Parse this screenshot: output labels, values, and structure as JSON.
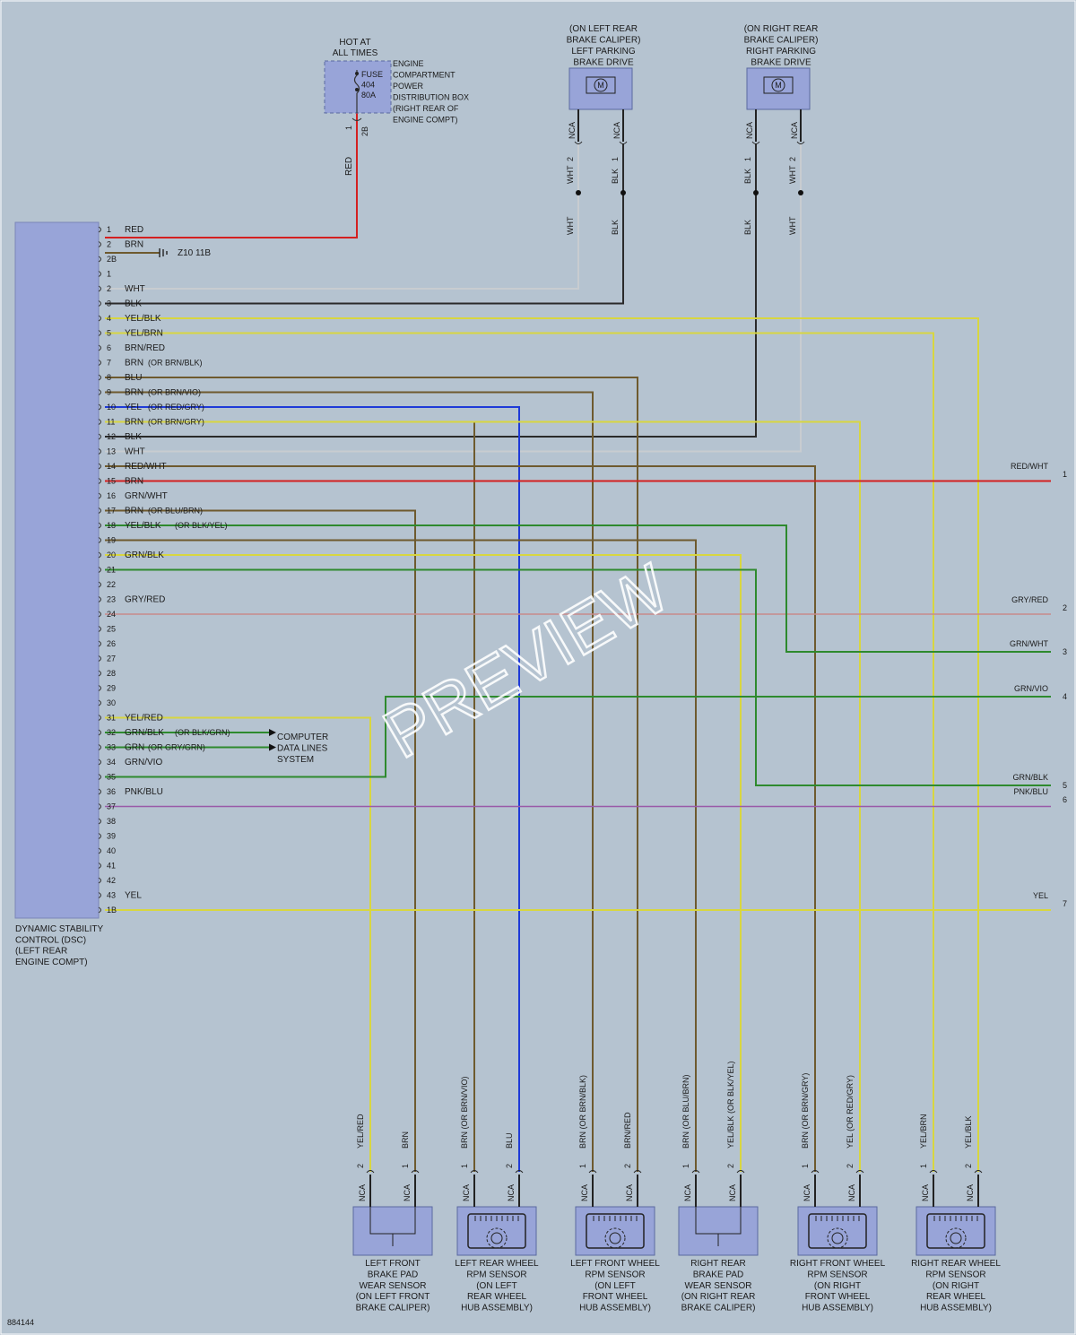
{
  "dsc_label": [
    "DYNAMIC STABILITY",
    "CONTROL (DSC)",
    "(LEFT REAR",
    "ENGINE COMPT)"
  ],
  "fuse": {
    "hot_label": [
      "HOT AT",
      "ALL TIMES"
    ],
    "fuse_text": [
      "FUSE",
      "404",
      "80A"
    ],
    "box_label": [
      "ENGINE",
      "COMPARTMENT",
      "POWER",
      "DISTRIBUTION BOX",
      "(RIGHT REAR OF",
      "ENGINE COMPT)"
    ],
    "pin_left": "1",
    "pin_right": "2B",
    "wire_color": "RED"
  },
  "ground_label": "Z10 11B",
  "computer_label": [
    "COMPUTER",
    "DATA LINES",
    "SYSTEM"
  ],
  "watermark": "PREVIEW",
  "doc_id": "884144",
  "pins": [
    {
      "p": "1",
      "c": "RED",
      "a": ""
    },
    {
      "p": "2",
      "c": "BRN",
      "a": ""
    },
    {
      "p": "2B",
      "c": "",
      "a": ""
    },
    {
      "p": "1",
      "c": "",
      "a": ""
    },
    {
      "p": "2",
      "c": "WHT",
      "a": ""
    },
    {
      "p": "3",
      "c": "BLK",
      "a": ""
    },
    {
      "p": "4",
      "c": "YEL/BLK",
      "a": ""
    },
    {
      "p": "5",
      "c": "YEL/BRN",
      "a": ""
    },
    {
      "p": "6",
      "c": "BRN/RED",
      "a": ""
    },
    {
      "p": "7",
      "c": "BRN",
      "a": "(OR BRN/BLK)"
    },
    {
      "p": "8",
      "c": "BLU",
      "a": ""
    },
    {
      "p": "9",
      "c": "BRN",
      "a": "(OR BRN/VIO)"
    },
    {
      "p": "10",
      "c": "YEL",
      "a": "(OR RED/GRY)"
    },
    {
      "p": "11",
      "c": "BRN",
      "a": "(OR BRN/GRY)"
    },
    {
      "p": "12",
      "c": "BLK",
      "a": ""
    },
    {
      "p": "13",
      "c": "WHT",
      "a": ""
    },
    {
      "p": "14",
      "c": "RED/WHT",
      "a": ""
    },
    {
      "p": "15",
      "c": "BRN",
      "a": ""
    },
    {
      "p": "16",
      "c": "GRN/WHT",
      "a": ""
    },
    {
      "p": "17",
      "c": "BRN",
      "a": "(OR BLU/BRN)"
    },
    {
      "p": "18",
      "c": "YEL/BLK",
      "a": "(OR BLK/YEL)"
    },
    {
      "p": "19",
      "c": "",
      "a": ""
    },
    {
      "p": "20",
      "c": "GRN/BLK",
      "a": ""
    },
    {
      "p": "21",
      "c": "",
      "a": ""
    },
    {
      "p": "22",
      "c": "",
      "a": ""
    },
    {
      "p": "23",
      "c": "GRY/RED",
      "a": ""
    },
    {
      "p": "24",
      "c": "",
      "a": ""
    },
    {
      "p": "25",
      "c": "",
      "a": ""
    },
    {
      "p": "26",
      "c": "",
      "a": ""
    },
    {
      "p": "27",
      "c": "",
      "a": ""
    },
    {
      "p": "28",
      "c": "",
      "a": ""
    },
    {
      "p": "29",
      "c": "",
      "a": ""
    },
    {
      "p": "30",
      "c": "",
      "a": ""
    },
    {
      "p": "31",
      "c": "YEL/RED",
      "a": ""
    },
    {
      "p": "32",
      "c": "GRN/BLK",
      "a": "(OR BLK/GRN)"
    },
    {
      "p": "33",
      "c": "GRN",
      "a": "(OR GRY/GRN)"
    },
    {
      "p": "34",
      "c": "GRN/VIO",
      "a": ""
    },
    {
      "p": "35",
      "c": "",
      "a": ""
    },
    {
      "p": "36",
      "c": "PNK/BLU",
      "a": ""
    },
    {
      "p": "37",
      "c": "",
      "a": ""
    },
    {
      "p": "38",
      "c": "",
      "a": ""
    },
    {
      "p": "39",
      "c": "",
      "a": ""
    },
    {
      "p": "40",
      "c": "",
      "a": ""
    },
    {
      "p": "41",
      "c": "",
      "a": ""
    },
    {
      "p": "42",
      "c": "",
      "a": ""
    },
    {
      "p": "43",
      "c": "YEL",
      "a": ""
    },
    {
      "p": "1B",
      "c": "",
      "a": ""
    }
  ],
  "right_outputs": [
    {
      "label": "RED/WHT",
      "num": "1"
    },
    {
      "label": "GRY/RED",
      "num": "2"
    },
    {
      "label": "GRN/WHT",
      "num": "3"
    },
    {
      "label": "GRN/VIO",
      "num": "4"
    },
    {
      "label": "GRN/BLK",
      "num": "5"
    },
    {
      "label": "PNK/BLU",
      "num": "6"
    },
    {
      "label": "YEL",
      "num": "7"
    }
  ],
  "top_drives": [
    {
      "label": [
        "(ON LEFT REAR",
        "BRAKE CALIPER)",
        "LEFT PARKING",
        "BRAKE DRIVE"
      ],
      "pinA": {
        "nca": "NCA",
        "num": "2",
        "color": "WHT"
      },
      "pinB": {
        "nca": "NCA",
        "num": "1",
        "color": "BLK"
      },
      "lowerA": "WHT",
      "lowerB": "BLK"
    },
    {
      "label": [
        "(ON RIGHT REAR",
        "BRAKE CALIPER)",
        "RIGHT PARKING",
        "BRAKE DRIVE"
      ],
      "pinA": {
        "nca": "NCA",
        "num": "1",
        "color": "BLK"
      },
      "pinB": {
        "nca": "NCA",
        "num": "2",
        "color": "WHT"
      },
      "lowerA": "BLK",
      "lowerB": "WHT"
    }
  ],
  "sensors": [
    {
      "label": [
        "LEFT FRONT",
        "BRAKE PAD",
        "WEAR SENSOR",
        "(ON LEFT FRONT",
        "BRAKE CALIPER)"
      ],
      "a": {
        "nca": "NCA",
        "num": "2",
        "color": "YEL/RED"
      },
      "b": {
        "nca": "NCA",
        "num": "1",
        "color": "BRN"
      }
    },
    {
      "label": [
        "LEFT REAR WHEEL",
        "RPM SENSOR",
        "(ON LEFT",
        "REAR WHEEL",
        "HUB ASSEMBLY)"
      ],
      "a": {
        "nca": "NCA",
        "num": "1",
        "color": "BRN  (OR BRN/VIO)"
      },
      "b": {
        "nca": "NCA",
        "num": "2",
        "color": "BLU"
      }
    },
    {
      "label": [
        "LEFT FRONT WHEEL",
        "RPM SENSOR",
        "(ON LEFT",
        "FRONT WHEEL",
        "HUB ASSEMBLY)"
      ],
      "a": {
        "nca": "NCA",
        "num": "1",
        "color": "BRN  (OR BRN/BLK)"
      },
      "b": {
        "nca": "NCA",
        "num": "2",
        "color": "BRN/RED"
      }
    },
    {
      "label": [
        "RIGHT REAR",
        "BRAKE PAD",
        "WEAR SENSOR",
        "(ON RIGHT REAR",
        "BRAKE CALIPER)"
      ],
      "a": {
        "nca": "NCA",
        "num": "1",
        "color": "BRN  (OR BLU/BRN)"
      },
      "b": {
        "nca": "NCA",
        "num": "2",
        "color": "YEL/BLK  (OR BLK/YEL)"
      }
    },
    {
      "label": [
        "RIGHT FRONT WHEEL",
        "RPM SENSOR",
        "(ON RIGHT",
        "FRONT WHEEL",
        "HUB ASSEMBLY)"
      ],
      "a": {
        "nca": "NCA",
        "num": "1",
        "color": "BRN  (OR BRN/GRY)"
      },
      "b": {
        "nca": "NCA",
        "num": "2",
        "color": "YEL  (OR RED/GRY)"
      }
    },
    {
      "label": [
        "RIGHT REAR WHEEL",
        "RPM SENSOR",
        "(ON RIGHT",
        "REAR WHEEL",
        "HUB ASSEMBLY)"
      ],
      "a": {
        "nca": "NCA",
        "num": "1",
        "color": "YEL/BRN"
      },
      "b": {
        "nca": "NCA",
        "num": "2",
        "color": "YEL/BLK"
      }
    }
  ],
  "wire_colors": {
    "RED": "#d42020",
    "BRN": "#6e5a2e",
    "WHT": "#c8ccd0",
    "BLK": "#2a2a2a",
    "YEL": "#d8d640",
    "BLU": "#1e3ad8",
    "GRN": "#2e8a2e",
    "GRY_RED": "#c88a8a",
    "PNK_BLU": "#9a5aa8"
  }
}
